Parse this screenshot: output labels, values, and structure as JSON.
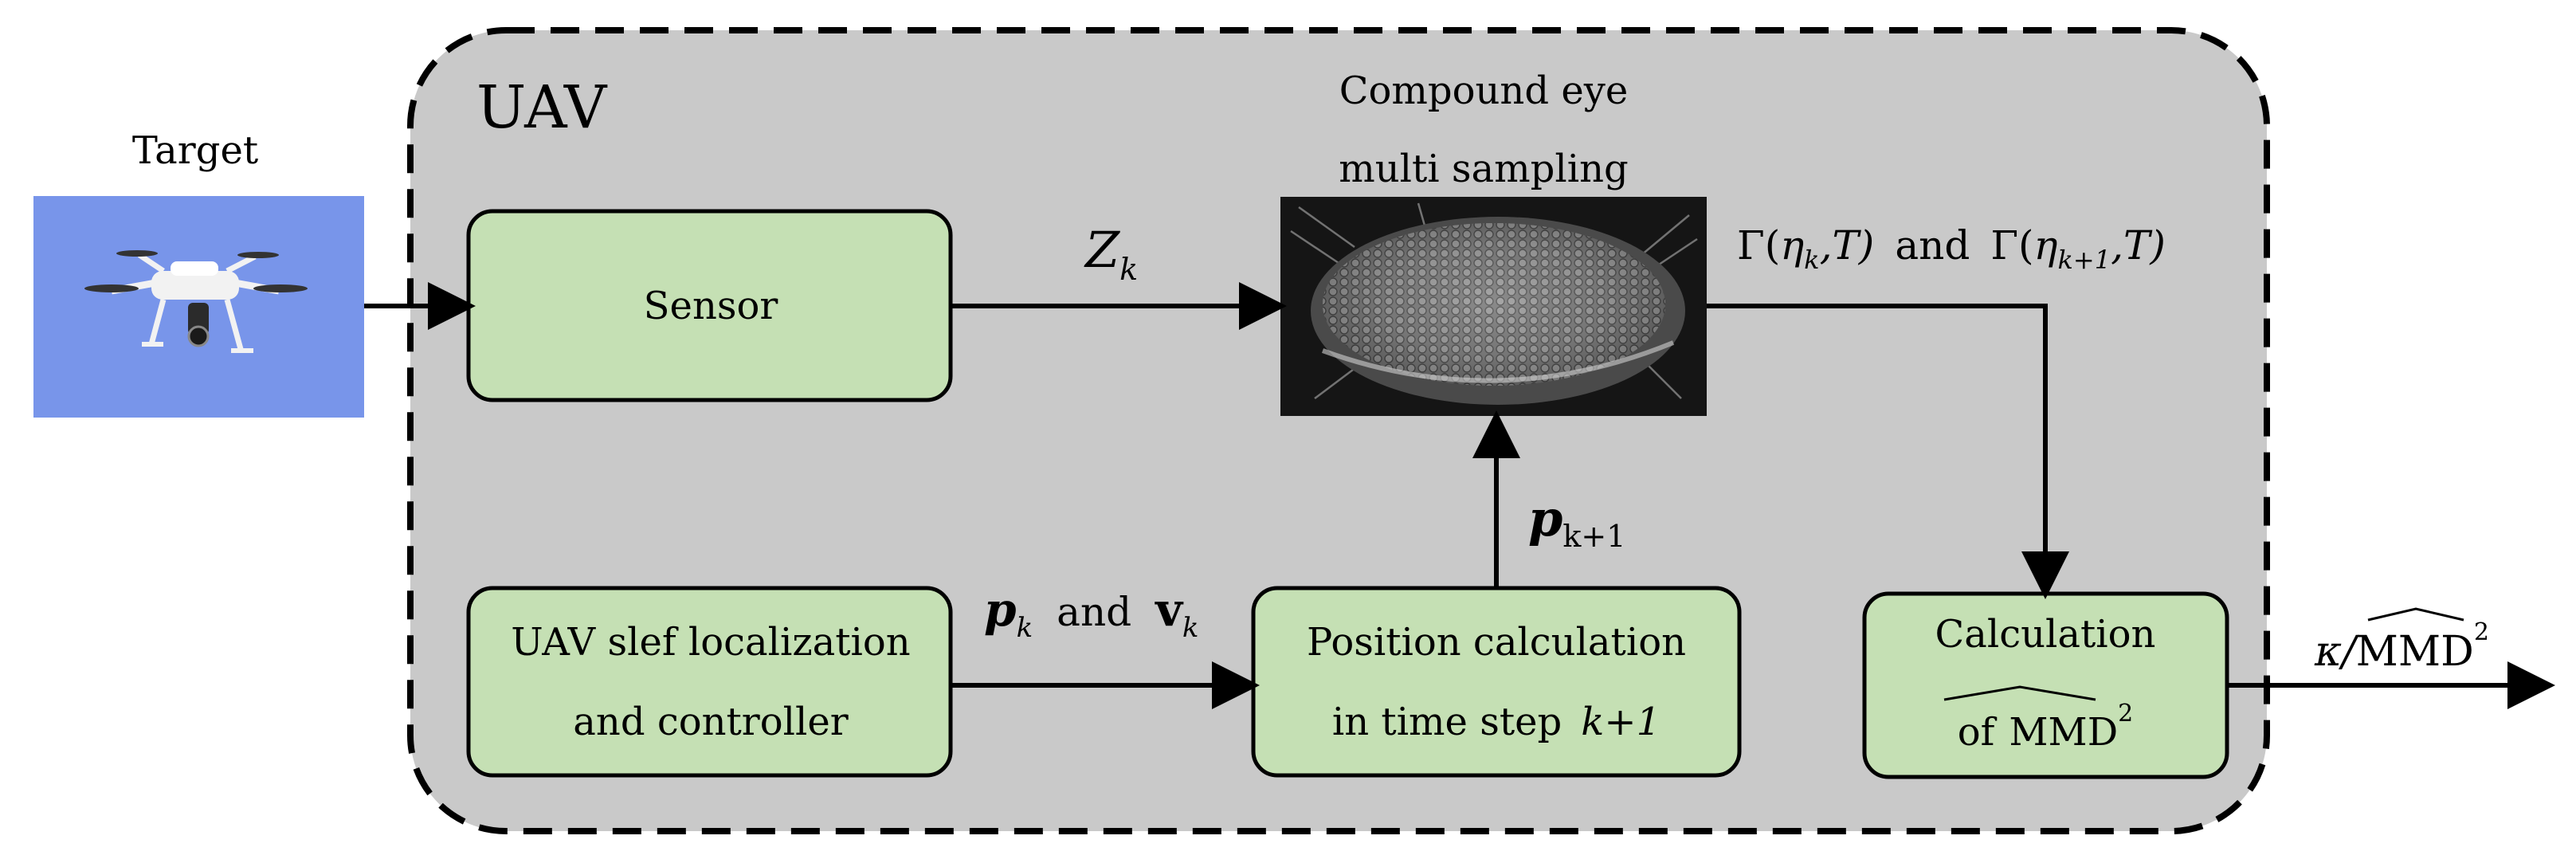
{
  "uav_region": {
    "title": "UAV",
    "fill": "#c9c9c9"
  },
  "target": {
    "label": "Target",
    "sky_color": "#6f8ee6"
  },
  "compound_eye": {
    "label_line1": "Compound eye",
    "label_line2": "multi sampling"
  },
  "blocks": {
    "sensor": {
      "label": "Sensor"
    },
    "localization": {
      "line1": "UAV slef localization",
      "line2": "and controller"
    },
    "position": {
      "line1": "Position calculation",
      "line2_text": "in time step",
      "line2_math": "k+1"
    },
    "mmd": {
      "line1": "Calculation",
      "line2_text": "of",
      "line2_math": "MMD",
      "line2_sup": "2"
    }
  },
  "signals": {
    "z": {
      "main": "Z",
      "sub": "k"
    },
    "gamma": {
      "part1": "Γ(",
      "eta1": "η",
      "eta1_sub": "k",
      "part1_end": ",T)",
      "conj": "and",
      "part2": "Γ(",
      "eta2": "η",
      "eta2_sub": "k+1",
      "part2_end": ",T)"
    },
    "p_next": {
      "main": "p",
      "sub": "k+1"
    },
    "p_v": {
      "p": "p",
      "p_sub": "k",
      "conj": "and",
      "v": "v",
      "v_sub": "k"
    },
    "output": {
      "kappa": "κ/",
      "mmd": "MMD",
      "sup": "2"
    }
  },
  "colors": {
    "block_fill": "#c5e0b4",
    "region_fill": "#c9c9c9",
    "line": "#000000"
  }
}
